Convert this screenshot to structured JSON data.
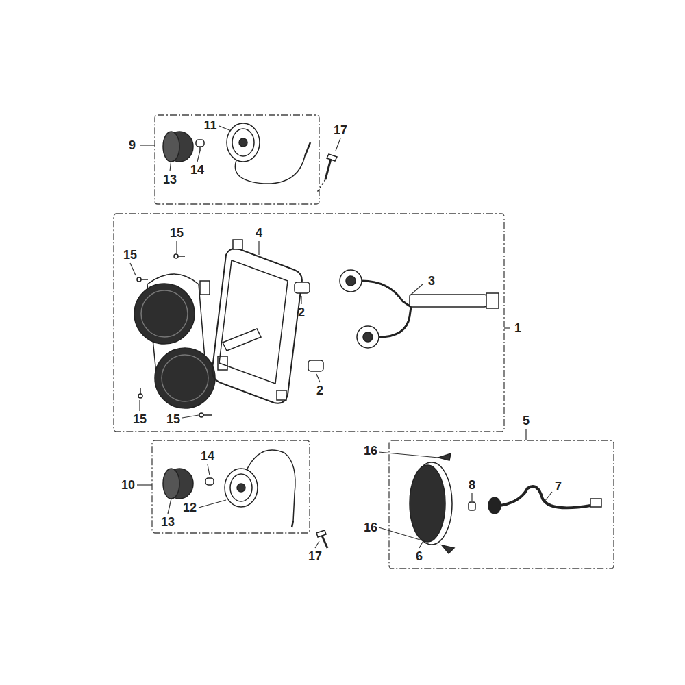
{
  "diagram": {
    "labels": [
      "9",
      "11",
      "17",
      "13",
      "14",
      "15",
      "4",
      "15",
      "3",
      "2",
      "1",
      "2",
      "15",
      "15",
      "5",
      "16",
      "14",
      "10",
      "8",
      "7",
      "12",
      "13",
      "16",
      "17",
      "6"
    ]
  }
}
